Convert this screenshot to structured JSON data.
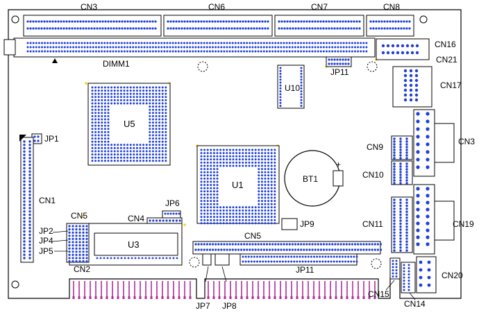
{
  "labels": {
    "cn3_top": "CN3",
    "cn6": "CN6",
    "cn7": "CN7",
    "cn8": "CN8",
    "cn16": "CN16",
    "cn21": "CN21",
    "dimm1": "DIMM1",
    "jp11_top": "JP11",
    "u10": "U10",
    "cn17": "CN17",
    "u5": "U5",
    "jp1": "JP1",
    "cn9": "CN9",
    "cn3_right": "CN3",
    "u1": "U1",
    "bt1": "BT1",
    "cn10": "CN10",
    "cn1": "CN1",
    "jp6": "JP6",
    "cn5_left": "CN5",
    "cn4": "CN4",
    "jp9": "JP9",
    "cn11": "CN11",
    "cn19": "CN19",
    "jp2": "JP2",
    "jp4": "JP4",
    "u3": "U3",
    "cn5_mid": "CN5",
    "jp5": "JP5",
    "cn2": "CN2",
    "jp11_bottom": "JP11",
    "cn20": "CN20",
    "jp7": "JP7",
    "jp8": "JP8",
    "cn15": "CN15",
    "cn14": "CN14",
    "bt1_plus": "+"
  },
  "colors": {
    "pin": "#1f3fd6",
    "pin_highlight": "#f2d21b",
    "outline": "#000000",
    "edge_pin": "#b02a9a"
  }
}
